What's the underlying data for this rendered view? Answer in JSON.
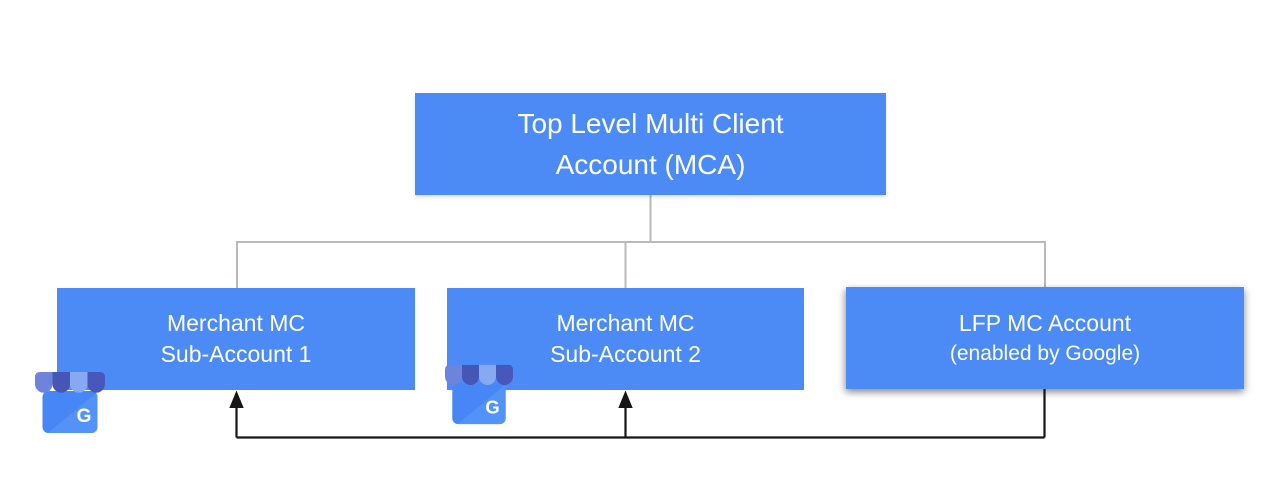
{
  "diagram": {
    "colors": {
      "node_blue": "#4C8BF5",
      "node_text": "#ffffff",
      "hierarchy_connector_gray": "#b9b9b9",
      "flow_arrow_black": "#161616"
    },
    "nodes": {
      "mca": {
        "line1": "Top Level Multi Client",
        "line2": "Account (MCA)"
      },
      "sub1": {
        "line1": "Merchant MC",
        "line2": "Sub-Account 1"
      },
      "sub2": {
        "line1": "Merchant MC",
        "line2": "Sub-Account 2"
      },
      "lfp": {
        "line1": "LFP MC Account",
        "line2": "(enabled by Google)"
      }
    },
    "icon": {
      "name": "google-business-profile-storefront",
      "letter": "G",
      "colors": {
        "body": "#4787F5",
        "body_highlight": "#5C9DF9",
        "stripe1": "#6C84DB",
        "stripe2": "#4656B4",
        "stripe3": "#87A9F1",
        "stripe4": "#4757BC",
        "letter": "#ffffff"
      }
    }
  }
}
